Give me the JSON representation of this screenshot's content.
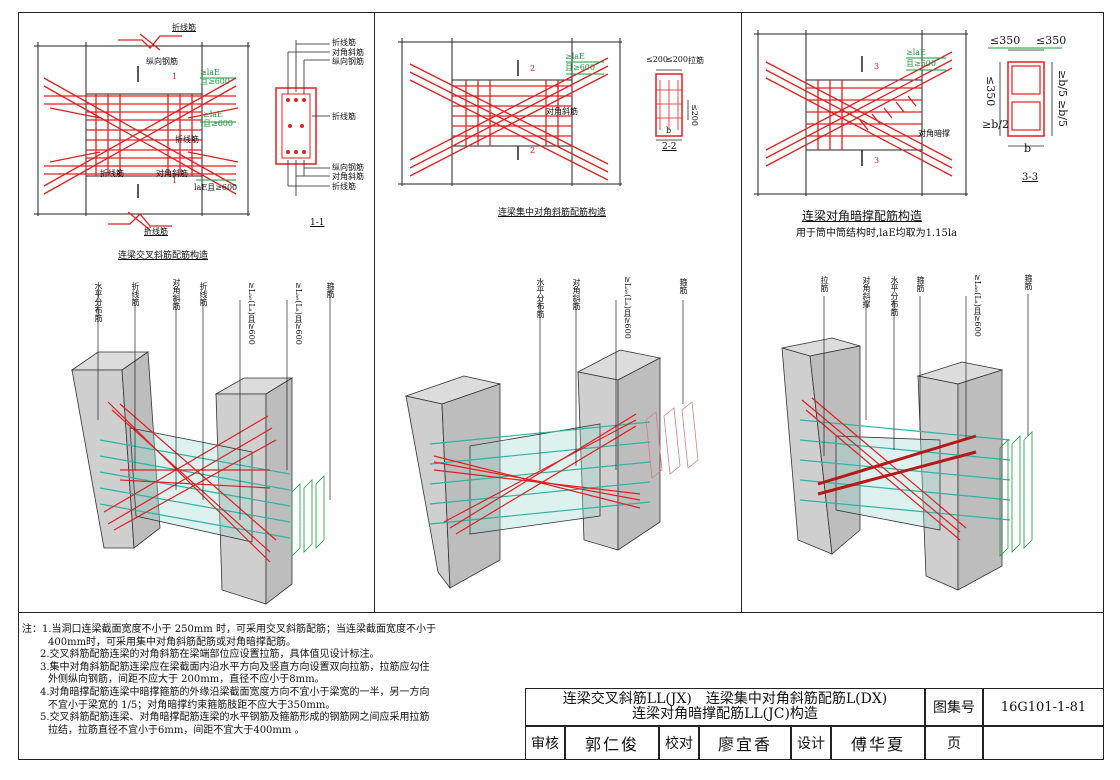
{
  "panels": [
    {
      "caption": "连梁交叉斜筋配筋构造",
      "section_label": "1-1",
      "labels": {
        "zhexian_top": "折线筋",
        "zongxiang_top": "纵向钢筋",
        "duijiao_mid": "对角斜筋",
        "zhexian_mid": "折线筋",
        "zhexian_bot": "折线筋",
        "duijiao_bot": "对角斜筋",
        "zhexian_bottom": "折线筋",
        "anchor1": "≥laE",
        "anchor1b": "且≥600",
        "anchor2": "≥laE",
        "anchor2b": "且≥600",
        "anchor3": "laE且≥600",
        "mark": "1"
      },
      "section_labels": [
        "折线筋",
        "对角斜筋",
        "纵向钢筋",
        "折线筋",
        "纵向钢筋",
        "对角斜筋",
        "折线筋"
      ],
      "iso_labels": [
        "水平分布筋",
        "折线筋",
        "对角斜筋",
        "折线筋",
        "≥Lₐₑ(Lₐ)且≥600",
        "≥Lₐₑ(Lₐ)且≥600",
        "箍筋"
      ]
    },
    {
      "caption": "连梁集中对角斜筋配筋构造",
      "section_label": "2-2",
      "labels": {
        "anchor": "≥laE",
        "anchorb": "且≥600",
        "diag": "对角斜筋",
        "mark": "2",
        "dim1": "≤200",
        "dim2": "≤200",
        "lajin": "拉筋",
        "dim3": "≤200",
        "b": "b"
      },
      "iso_labels": [
        "水平分布筋",
        "对角斜筋",
        "≥Lₐₑ(Lₐ)且≥600",
        "箍筋"
      ]
    },
    {
      "caption": "连梁对角暗撑配筋构造",
      "subcaption": "用于筒中筒结构时,laE均取为1.15la",
      "section_label": "3-3",
      "labels": {
        "anchor": "≥laE",
        "anchorb": "且≥600",
        "diag": "对角暗撑",
        "mark": "3",
        "d1": "≤350",
        "d2": "≤350",
        "d3": "≤350",
        "d4": "≥b/5",
        "d5": "≥b/5",
        "d6": "≥b/2",
        "b": "b"
      },
      "iso_labels": [
        "拉筋",
        "对角斜撑",
        "水平分布筋",
        "箍筋",
        "≥Lₐₑ(Lₐ)且≥600",
        "箍筋"
      ]
    }
  ],
  "notes": [
    "注：1.当洞口连梁截面宽度不小于 250mm 时，可采用交叉斜筋配筋；当连梁截面宽度不小于",
    "400mm时，可采用集中对角斜筋配筋或对角暗撑配筋。",
    "2.交叉斜筋配筋连梁的对角斜筋在梁端部位应设置拉筋，具体值见设计标注。",
    "3.集中对角斜筋配筋连梁应在梁截面内沿水平方向及竖直方向设置双向拉筋，拉筋应勾住",
    "外侧纵向钢筋，间距不应大于 200mm，直径不应小于8mm。",
    "4.对角暗撑配筋连梁中暗撑箍筋的外缘沿梁截面宽度方向不宜小于梁宽的一半，另一方向",
    "不宜小于梁宽的 1/5；对角暗撑约束箍筋肢距不应大于350mm。",
    "5.交叉斜筋配筋连梁、对角暗撑配筋连梁的水平钢筋及箍筋形成的钢筋网之间应采用拉筋",
    "拉结，拉筋直径不宜小于6mm，间距不宜大于400mm 。"
  ],
  "titleblock": {
    "title_line1": "连梁交叉斜筋LL(JX)　连梁集中对角斜筋配筋L(DX)",
    "title_line2": "连梁对角暗撑配筋LL(JC)构造",
    "atlas_label": "图集号",
    "atlas_no": "16G101-1-81",
    "review_label": "审核",
    "review_name": "郭仁俊",
    "check_label": "校对",
    "check_name": "廖宜香",
    "design_label": "设计",
    "design_name": "傅华夏",
    "page_label": "页",
    "page_no": ""
  },
  "colors": {
    "rebar": "#e02020",
    "line": "#222222",
    "green": "#1a9a3a",
    "teal": "#2bb5a5",
    "concrete": "#c8c8c8"
  }
}
